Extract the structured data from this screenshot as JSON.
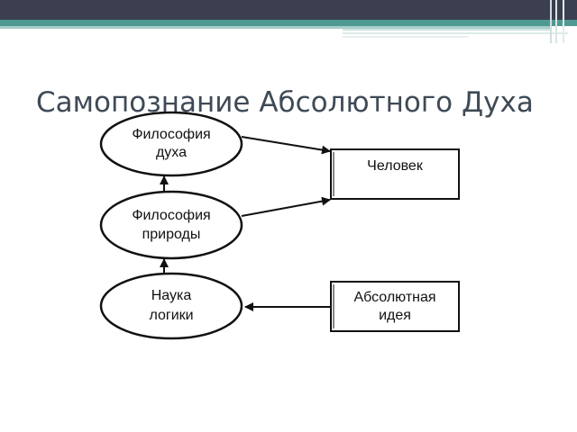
{
  "slide": {
    "title": "Самопознание Абсолютного Духа"
  },
  "diagram": {
    "nodes": {
      "philosophy_spirit": {
        "lines": [
          "Философия",
          "духа"
        ]
      },
      "philosophy_nature": {
        "lines": [
          "Философия",
          "природы"
        ]
      },
      "science_logic": {
        "lines": [
          "Наука",
          "логики"
        ]
      },
      "human": {
        "lines": [
          "Человек"
        ]
      },
      "absolute_idea": {
        "lines": [
          "Абсолютная",
          "идея"
        ]
      }
    }
  },
  "colors": {
    "band_dark": "#3c3f4f",
    "band_teal": "#4e9a92",
    "title_text": "#3f4a56",
    "shape_stroke": "#111111"
  }
}
